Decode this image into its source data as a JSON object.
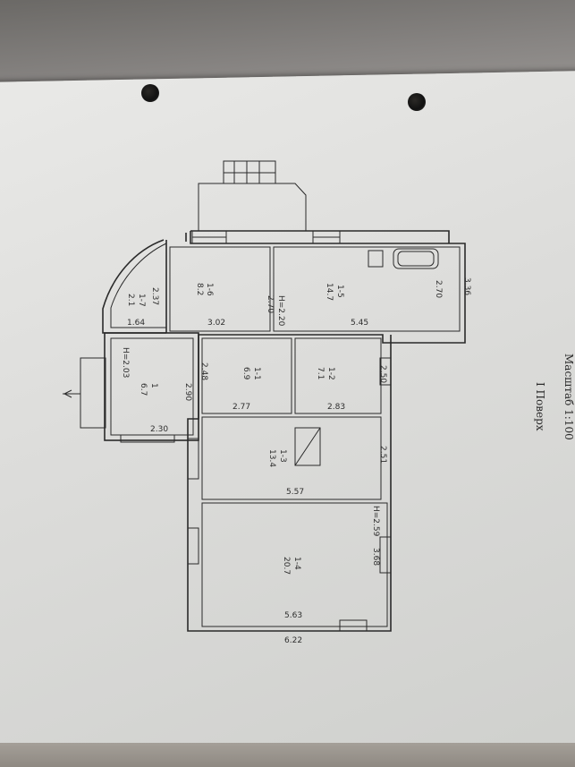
{
  "title": {
    "scale": "Масштаб 1:100",
    "floor": "I Поверх"
  },
  "rooms": [
    {
      "id": "1-1",
      "area": "6.9"
    },
    {
      "id": "1-2",
      "area": "7.1"
    },
    {
      "id": "1-3",
      "area": "13.4"
    },
    {
      "id": "1-4",
      "area": "20.7"
    },
    {
      "id": "1-5",
      "area": "14.7"
    },
    {
      "id": "1-6",
      "area": "8.2"
    },
    {
      "id": "1-7",
      "area": "2.1"
    },
    {
      "id": "1",
      "area": "6.7"
    }
  ],
  "dimensions": {
    "d336": "3.36",
    "d270a": "2.70",
    "d545": "5.45",
    "h220": "H=2.20",
    "d270b": "2.70",
    "d302": "3.02",
    "d237": "2.37",
    "d164": "1.64",
    "d248": "2.48",
    "d250": "2.50",
    "d290": "2.90",
    "d277": "2.77",
    "d283": "2.83",
    "h203": "H=2.03",
    "d230": "2.30",
    "d251": "2.51",
    "d557": "5.57",
    "h259": "H=2.59",
    "d368": "3.68",
    "d563": "5.63",
    "d622": "6.22"
  }
}
